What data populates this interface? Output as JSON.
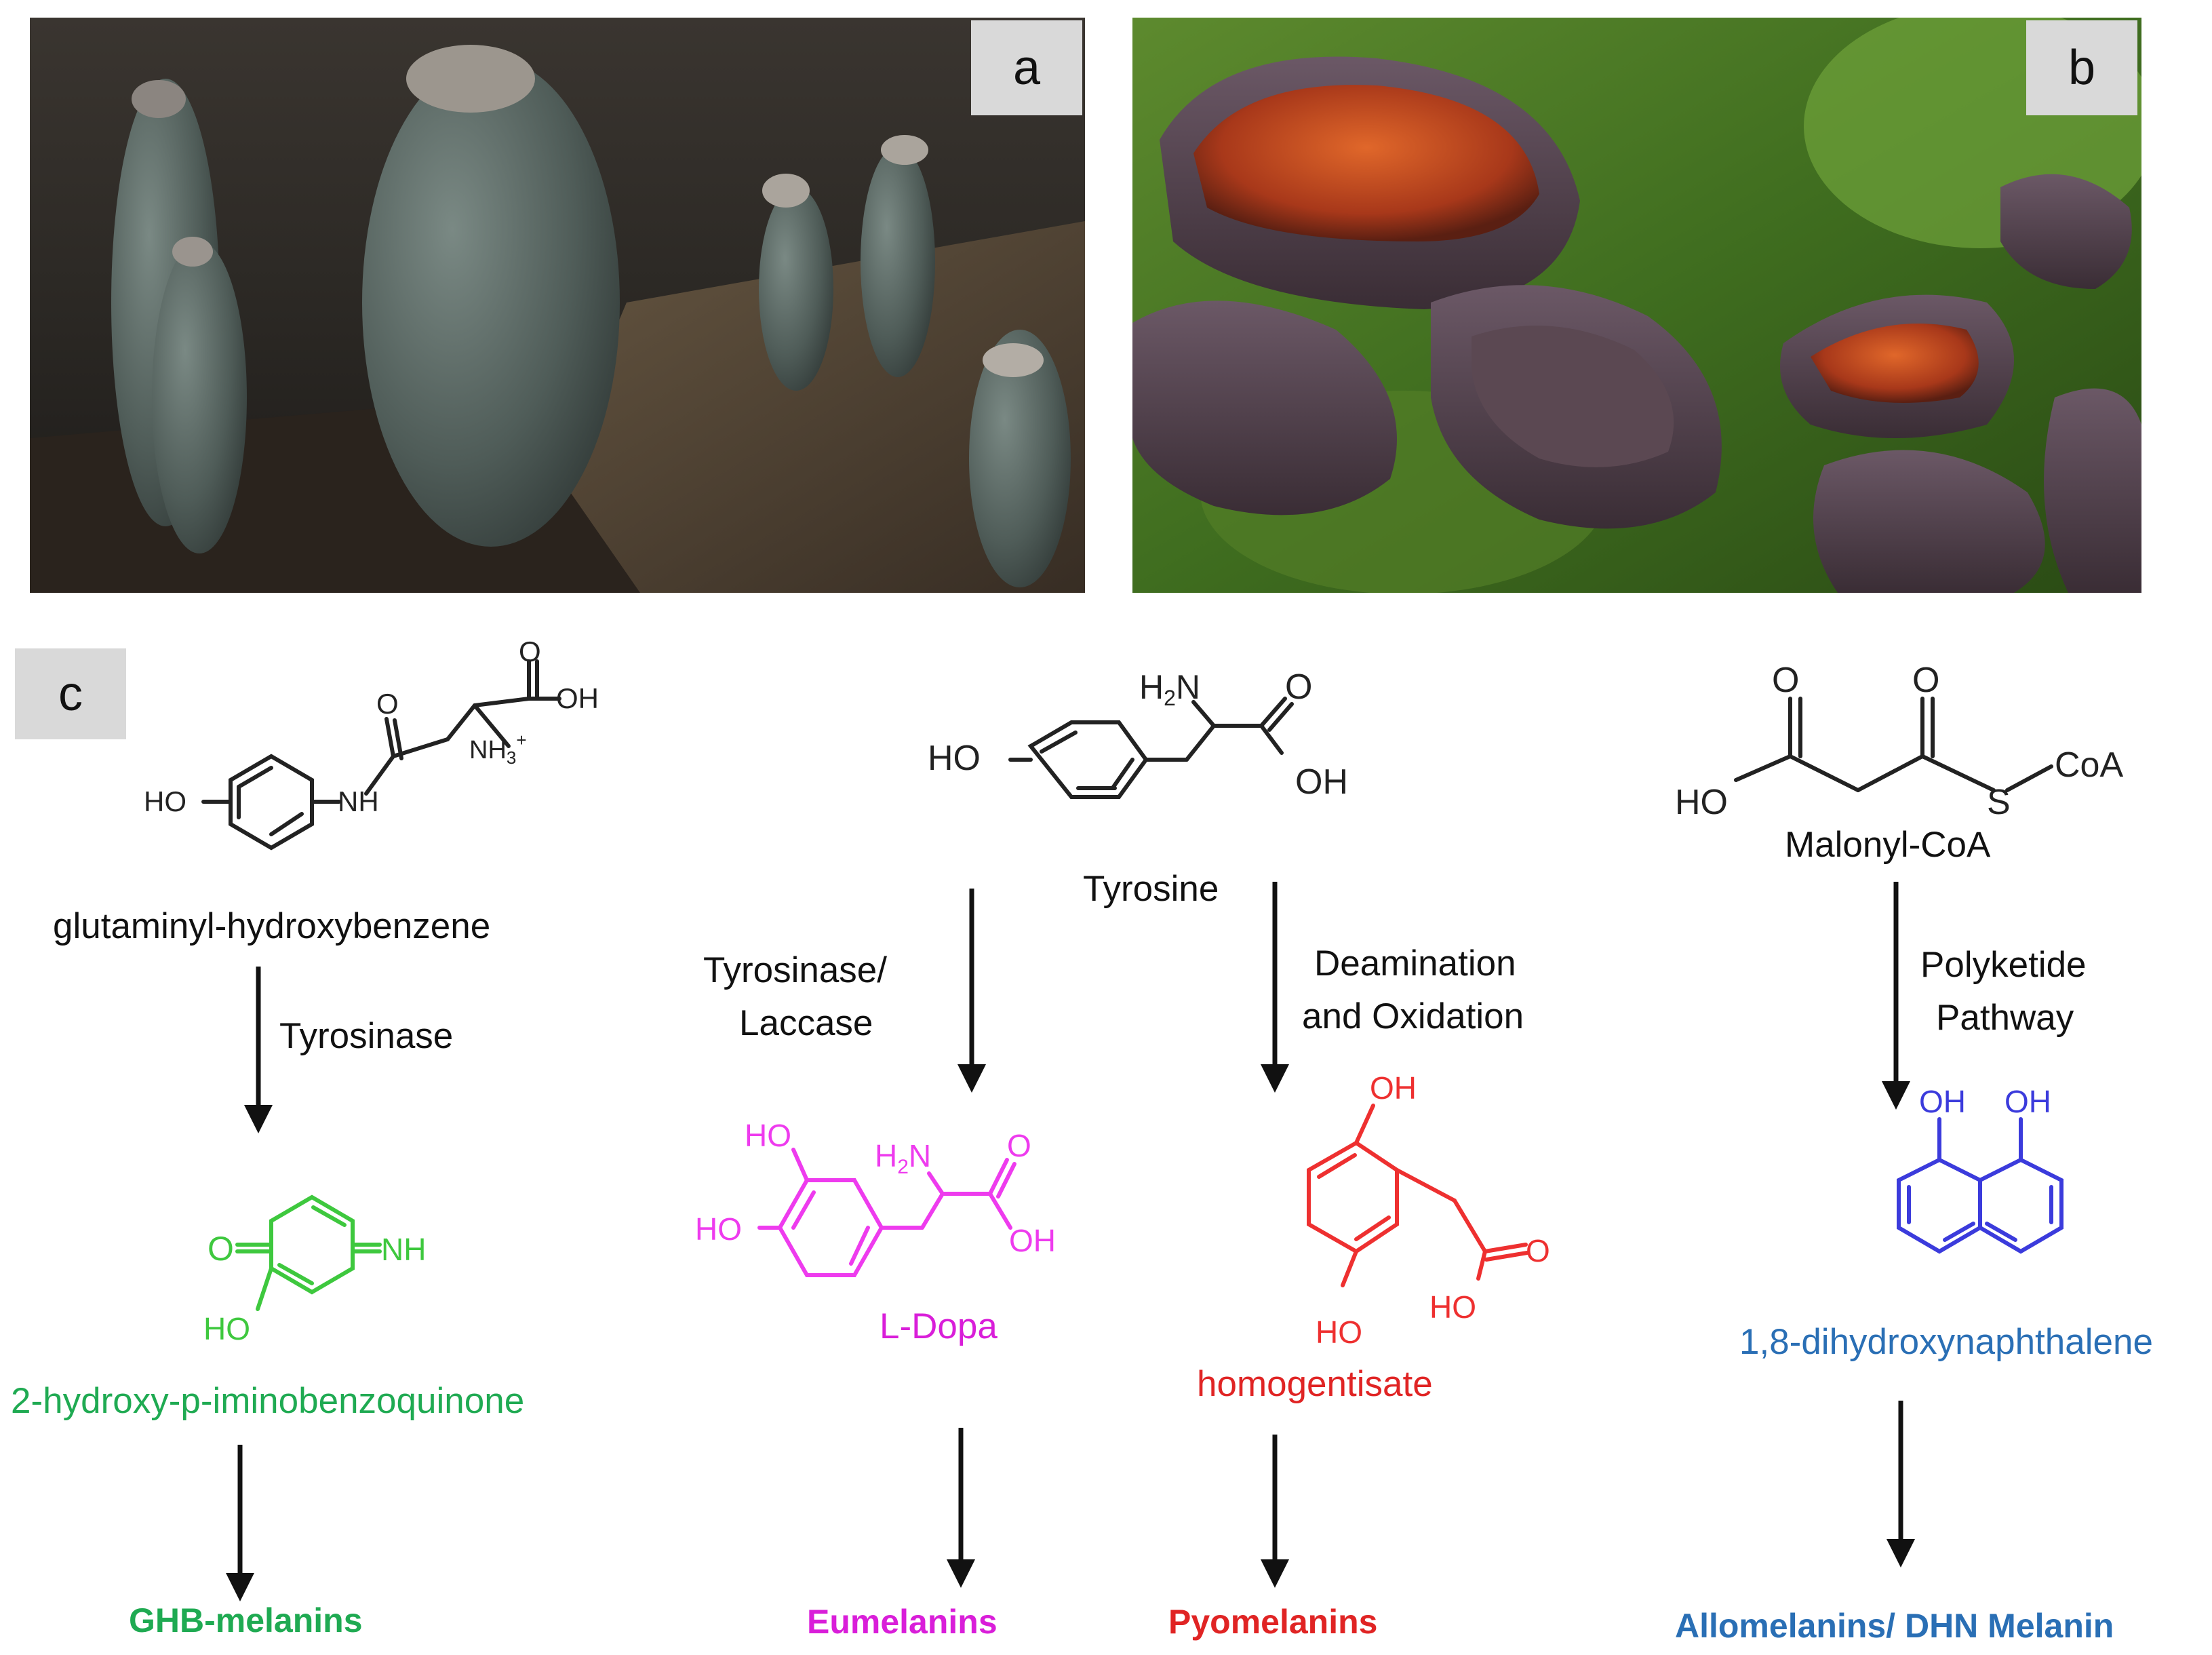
{
  "panels": {
    "a": "a",
    "b": "b",
    "c": "c"
  },
  "colors": {
    "black": "#111111",
    "green": "#3ec83e",
    "green_text": "#1faa52",
    "magenta": "#ee3bee",
    "magenta_text": "#d91ed9",
    "red": "#ee3030",
    "red_text": "#e02424",
    "blue": "#3b3bdc",
    "blue_text": "#2a6fb5"
  },
  "pathway_ghb": {
    "precursor": "glutaminyl-hydroxybenzene",
    "enzyme": "Tyrosinase",
    "intermediate": "2-hydroxy-p-iminobenzoquinone",
    "product": "GHB-melanins"
  },
  "pathway_tyrosine": {
    "precursor": "Tyrosine",
    "enzyme_left_1": "Tyrosinase/",
    "enzyme_left_2": "Laccase",
    "enzyme_right_1": "Deamination",
    "enzyme_right_2": "and Oxidation",
    "intermediate_left": "L-Dopa",
    "intermediate_right": "homogentisate",
    "product_left": "Eumelanins",
    "product_right": "Pyomelanins"
  },
  "pathway_dhn": {
    "precursor": "Malonyl-CoA",
    "enzyme_1": "Polyketide",
    "enzyme_2": "Pathway",
    "intermediate": "1,8-dihydroxynaphthalene",
    "product": "Allomelanins/ DHN Melanin"
  },
  "atoms": {
    "ho": "HO",
    "oh": "OH",
    "o": "O",
    "nh": "NH",
    "nh3": "NH",
    "nh3_sub": "3",
    "nh3_sup": "+",
    "h2n_h": "H",
    "h2n_sub": "2",
    "h2n_n": "N",
    "eq_nh": "NH",
    "s": "S",
    "coa": "CoA"
  }
}
